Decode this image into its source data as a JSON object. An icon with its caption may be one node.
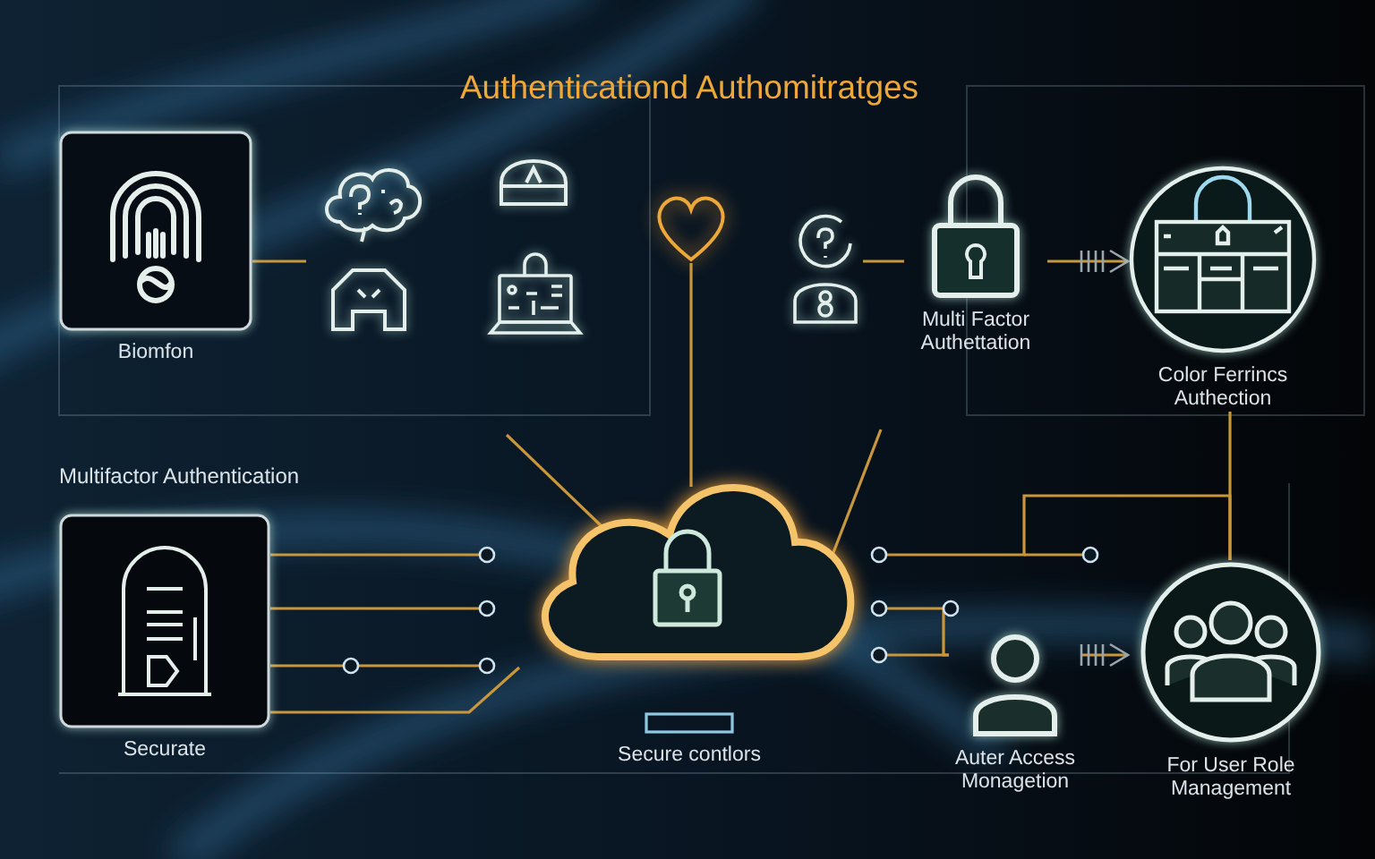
{
  "diagram": {
    "title": "Authenticationd Authomitratges",
    "nodes": [
      {
        "text": [
          "Biomfon"
        ]
      },
      {
        "text": [],
        "shape": "picture"
      },
      {
        "text": [],
        "shape": "picture"
      },
      {
        "text": [],
        "shape": "picture"
      },
      {
        "text": [],
        "shape": "picture"
      },
      {
        "text": [],
        "shape": "picture"
      },
      {
        "text": [],
        "shape": "picture"
      },
      {
        "text": [
          "Multi Factor Authettation"
        ]
      },
      {
        "text": [
          "Color Ferrincs Authection"
        ]
      },
      {
        "text": [],
        "shape": "cloud"
      },
      {
        "text": [
          "Secure contlors"
        ]
      },
      {
        "text": [
          "Securate"
        ]
      },
      {
        "text": [
          "Auter Access Monagetion"
        ]
      },
      {
        "text": [
          "For User Role Management"
        ]
      }
    ],
    "edges": [
      {
        "from": 0,
        "to": null,
        "arrow": "none"
      },
      {
        "from": 6,
        "to": 7,
        "arrow": "none"
      },
      {
        "from": 7,
        "to": 8,
        "arrow": "to"
      },
      {
        "from": 5,
        "to": 9,
        "arrow": "none"
      },
      {
        "from": null,
        "to": 9,
        "arrow": "none"
      },
      {
        "from": 9,
        "to": null,
        "arrow": "none"
      },
      {
        "from": 9,
        "to": 11,
        "arrow": "other"
      },
      {
        "from": 9,
        "to": 11,
        "arrow": "other"
      },
      {
        "from": 9,
        "to": 11,
        "arrow": "other"
      },
      {
        "from": 11,
        "to": 9,
        "arrow": "none"
      },
      {
        "from": 9,
        "to": 13,
        "arrow": "other"
      },
      {
        "from": 8,
        "to": 13,
        "arrow": "none"
      },
      {
        "from": 9,
        "to": 12,
        "arrow": "other"
      },
      {
        "from": 9,
        "to": 12,
        "arrow": "other"
      },
      {
        "from": 12,
        "to": 13,
        "arrow": "to"
      }
    ],
    "labels": [
      "Multifactor Authentication"
    ]
  }
}
